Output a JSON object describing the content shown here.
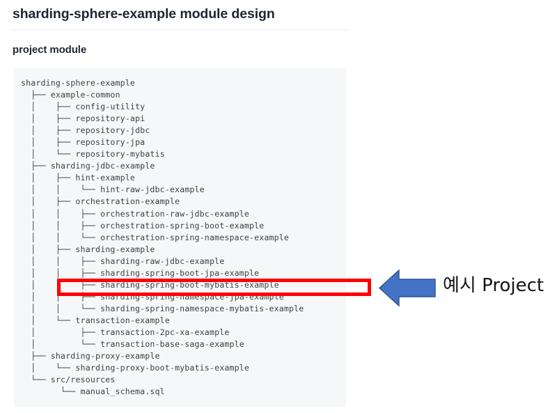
{
  "page": {
    "title": "sharding-sphere-example module design",
    "section_title": "project module"
  },
  "tree": {
    "text": "sharding-sphere-example\n  ├── example-common\n  │    ├── config-utility\n  │    ├── repository-api\n  │    ├── repository-jdbc\n  │    ├── repository-jpa\n  │    └── repository-mybatis\n  ├── sharding-jdbc-example\n  │    ├── hint-example\n  │    │    └── hint-raw-jdbc-example\n  │    ├── orchestration-example\n  │    │    ├── orchestration-raw-jdbc-example\n  │    │    ├── orchestration-spring-boot-example\n  │    │    └── orchestration-spring-namespace-example\n  │    ├── sharding-example\n  │    │    ├── sharding-raw-jdbc-example\n  │    │    ├── sharding-spring-boot-jpa-example\n  │    │    ├── sharding-spring-boot-mybatis-example\n  │    │    ├── sharding-spring-namespace-jpa-example\n  │    │    └── sharding-spring-namespace-mybatis-example\n  │    └── transaction-example\n  │         ├── transaction-2pc-xa-example\n  │         └── transaction-base-saga-example\n  ├── sharding-proxy-example\n  │    └── sharding-proxy-boot-mybatis-example\n  └── src/resources\n        └── manual_schema.sql",
    "root": "sharding-sphere-example",
    "nodes": [
      "sharding-sphere-example",
      "example-common",
      "config-utility",
      "repository-api",
      "repository-jdbc",
      "repository-jpa",
      "repository-mybatis",
      "sharding-jdbc-example",
      "hint-example",
      "hint-raw-jdbc-example",
      "orchestration-example",
      "orchestration-raw-jdbc-example",
      "orchestration-spring-boot-example",
      "orchestration-spring-namespace-example",
      "sharding-example",
      "sharding-raw-jdbc-example",
      "sharding-spring-boot-jpa-example",
      "sharding-spring-boot-mybatis-example",
      "sharding-spring-namespace-jpa-example",
      "sharding-spring-namespace-mybatis-example",
      "transaction-example",
      "transaction-2pc-xa-example",
      "transaction-base-saga-example",
      "sharding-proxy-example",
      "sharding-proxy-boot-mybatis-example",
      "src/resources",
      "manual_schema.sql"
    ]
  },
  "annotation": {
    "highlighted_item": "sharding-spring-boot-mybatis-example",
    "label": "예시 Project",
    "arrow_direction": "left"
  },
  "colors": {
    "highlight_border": "#ff0000",
    "arrow_fill": "#4472c4",
    "arrow_stroke": "#2f528f",
    "panel_background": "#f6f7f9",
    "code_text": "#3b4045",
    "heading_text": "#1b2733",
    "label_text": "#141414"
  }
}
